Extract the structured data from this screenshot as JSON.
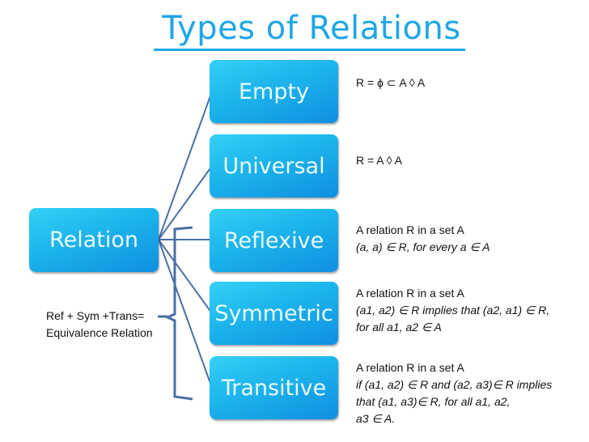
{
  "title": "Types of Relations",
  "colors": {
    "title": "#1fa6e6",
    "box_gradient_light": "#35d0f5",
    "box_gradient_dark": "#0f8fe0",
    "connector": "#4a6fa5",
    "box_text": "#eafaff"
  },
  "root": {
    "label": "Relation"
  },
  "children": [
    {
      "label": "Empty",
      "description": [
        "R = ϕ ⊂ A ◊ A"
      ]
    },
    {
      "label": "Universal",
      "description": [
        "R =  A ◊ A"
      ]
    },
    {
      "label": "Reflexive",
      "description": [
        "A relation R in a set A",
        "(a, a) ∈ R, for every a ∈ A"
      ]
    },
    {
      "label": "Symmetric",
      "description": [
        "A relation R in a set A",
        "(a1, a2) ∈ R implies that (a2, a1) ∈ R,",
        "for all a1, a2 ∈ A"
      ]
    },
    {
      "label": "Transitive",
      "description": [
        "A relation R in a set A",
        "if (a1, a2) ∈ R and (a2, a3)∈ R implies",
        "that (a1, a3)∈ R, for all a1, a2,",
        "a3 ∈ A."
      ]
    }
  ],
  "equivalence_note": [
    "Ref + Sym +Trans=",
    "Equivalence Relation"
  ]
}
